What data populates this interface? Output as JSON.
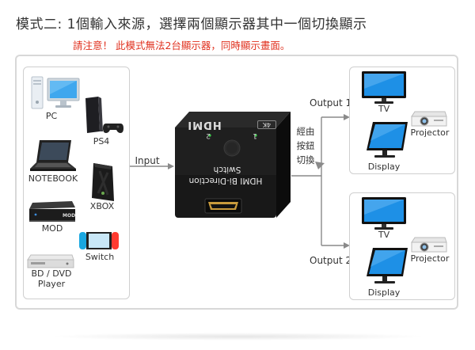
{
  "title": "模式二: 1個輸入來源，選擇兩個顯示器其中一個切換顯示",
  "warning": "請注意！ 此模式無法2台顯示器，同時顯示畫面。",
  "sources": [
    {
      "label": "PC"
    },
    {
      "label": "PS4"
    },
    {
      "label": "NOTEBOOK"
    },
    {
      "label": "XBOX"
    },
    {
      "label": "MOD"
    },
    {
      "label": "Switch"
    },
    {
      "label": "BD / DVD\nPlayer"
    }
  ],
  "input_label": "Input",
  "switch": {
    "logo": "HDMI",
    "badge": "4K",
    "port1": "1",
    "port2": "2",
    "text_line1": "HDMI Bi-Direction",
    "text_line2": "Switch"
  },
  "toggle_note": [
    "經由",
    "按鈕",
    "切換"
  ],
  "outputs": [
    {
      "label": "Output 1",
      "devices": {
        "tv": "TV",
        "projector": "Projector",
        "display": "Display"
      }
    },
    {
      "label": "Output 2",
      "devices": {
        "tv": "TV",
        "projector": "Projector",
        "display": "Display"
      }
    }
  ],
  "colors": {
    "warning": "#e0301e",
    "frame": "#d8d8d8",
    "line": "#8a8a8a",
    "screen": "#1e90e6"
  }
}
